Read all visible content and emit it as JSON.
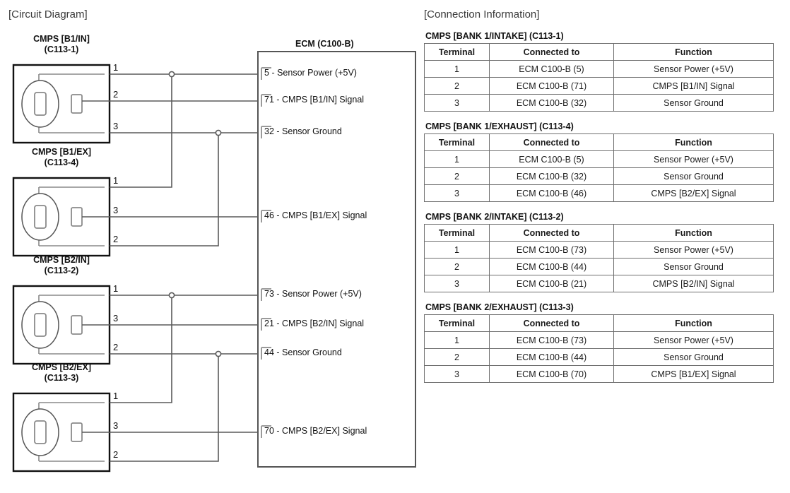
{
  "headings": {
    "circuit": "[Circuit Diagram]",
    "connection": "[Connection Information]"
  },
  "diagram": {
    "ecm_label": "ECM (C100-B)",
    "connectors": [
      {
        "name": "CMPS [B1/IN]",
        "code": "(C113-1)",
        "pins": [
          "1",
          "2",
          "3"
        ]
      },
      {
        "name": "CMPS [B1/EX]",
        "code": "(C113-4)",
        "pins": [
          "1",
          "3",
          "2"
        ]
      },
      {
        "name": "CMPS [B2/IN]",
        "code": "(C113-2)",
        "pins": [
          "1",
          "3",
          "2"
        ]
      },
      {
        "name": "CMPS [B2/EX]",
        "code": "(C113-3)",
        "pins": [
          "1",
          "3",
          "2"
        ]
      }
    ],
    "ecm_pins": [
      {
        "number": "5",
        "text": "- Sensor Power (+5V)"
      },
      {
        "number": "71",
        "text": "- CMPS [B1/IN] Signal"
      },
      {
        "number": "32",
        "text": "- Sensor Ground"
      },
      {
        "number": "46",
        "text": "- CMPS [B1/EX] Signal"
      },
      {
        "number": "73",
        "text": "- Sensor Power (+5V)"
      },
      {
        "number": "21",
        "text": "- CMPS [B2/IN] Signal"
      },
      {
        "number": "44",
        "text": "- Sensor Ground"
      },
      {
        "number": "70",
        "text": "- CMPS [B2/EX] Signal"
      }
    ]
  },
  "tables": [
    {
      "caption": "CMPS [BANK 1/INTAKE] (C113-1)",
      "columns": [
        "Terminal",
        "Connected to",
        "Function"
      ],
      "rows": [
        [
          "1",
          "ECM C100-B (5)",
          "Sensor Power (+5V)"
        ],
        [
          "2",
          "ECM C100-B (71)",
          "CMPS [B1/IN] Signal"
        ],
        [
          "3",
          "ECM C100-B (32)",
          "Sensor Ground"
        ]
      ]
    },
    {
      "caption": "CMPS [BANK 1/EXHAUST] (C113-4)",
      "columns": [
        "Terminal",
        "Connected to",
        "Function"
      ],
      "rows": [
        [
          "1",
          "ECM C100-B (5)",
          "Sensor Power (+5V)"
        ],
        [
          "2",
          "ECM C100-B (32)",
          "Sensor Ground"
        ],
        [
          "3",
          "ECM C100-B (46)",
          "CMPS [B2/EX] Signal"
        ]
      ]
    },
    {
      "caption": "CMPS [BANK 2/INTAKE] (C113-2)",
      "columns": [
        "Terminal",
        "Connected to",
        "Function"
      ],
      "rows": [
        [
          "1",
          "ECM C100-B (73)",
          "Sensor Power (+5V)"
        ],
        [
          "2",
          "ECM C100-B (44)",
          "Sensor Ground"
        ],
        [
          "3",
          "ECM C100-B (21)",
          "CMPS [B2/IN] Signal"
        ]
      ]
    },
    {
      "caption": "CMPS [BANK 2/EXHAUST] (C113-3)",
      "columns": [
        "Terminal",
        "Connected to",
        "Function"
      ],
      "rows": [
        [
          "1",
          "ECM C100-B (73)",
          "Sensor Power (+5V)"
        ],
        [
          "2",
          "ECM C100-B (44)",
          "Sensor Ground"
        ],
        [
          "3",
          "ECM C100-B (70)",
          "CMPS [B1/EX] Signal"
        ]
      ]
    }
  ],
  "colors": {
    "wire": "#5a5a5a",
    "box_outline": "#111111",
    "ecm_outline": "#555555",
    "table_border": "#6e6e6e",
    "text": "#1a1a1a"
  }
}
